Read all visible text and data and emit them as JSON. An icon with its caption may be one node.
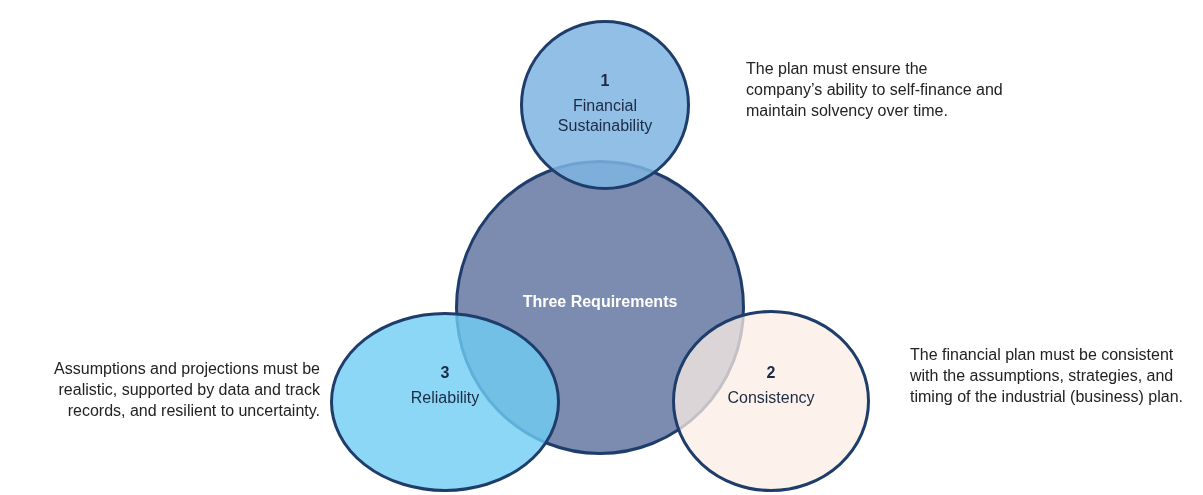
{
  "diagram": {
    "nodes": [
      {
        "text": [
          "1",
          "Financial Sustainability"
        ],
        "beside": [
          "The plan must ensure the company’s ability to self-finance and maintain solvency over time."
        ]
      },
      {
        "text": [
          "Three Requirements"
        ]
      },
      {
        "text": [
          "3",
          "Reliability"
        ],
        "beside": [
          "Assumptions and projections must be realistic, supported by data and track records, and resilient to uncertainty."
        ]
      },
      {
        "text": [
          "2",
          "Consistency"
        ],
        "beside": [
          "The financial plan must be consistent with the assumptions, strategies, and timing of the industrial (business) plan."
        ]
      }
    ]
  }
}
